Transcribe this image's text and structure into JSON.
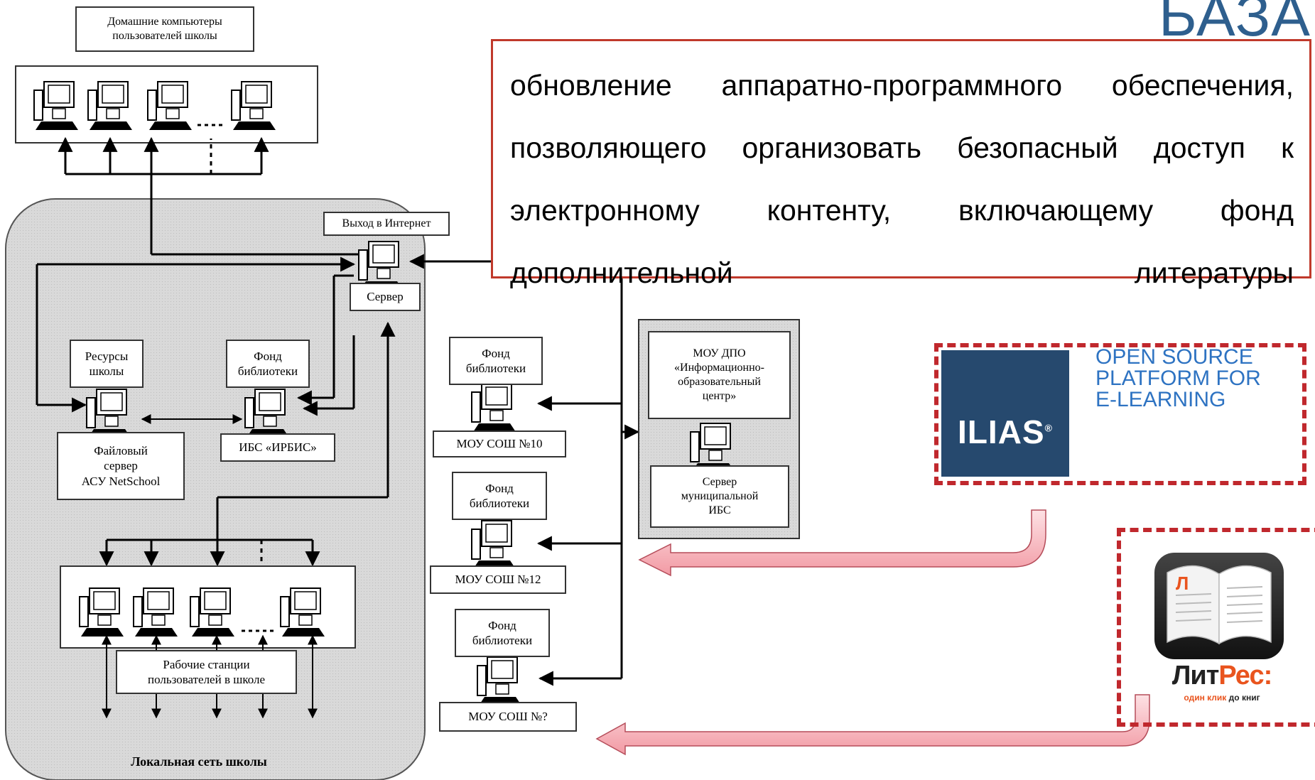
{
  "header": {
    "title": "БАЗА"
  },
  "callout": {
    "text": "обновление аппаратно-программного обеспечения, позволяющего организовать безопасный доступ к электронному контенту, включающему фонд дополнительной литературы"
  },
  "diagram": {
    "home_box": "Домашние компьютеры\nпользователей школы",
    "internet": "Выход в Интернет",
    "server": "Сервер",
    "school_resources": "Ресурсы\nшколы",
    "library_fund": "Фонд\nбиблиотеки",
    "file_server": "Файловый\nсервер\nАСУ NetSchool",
    "ibs_irbis": "ИБС «ИРБИС»",
    "workstations": "Рабочие станции\nпользователей в школе",
    "lan_label": "Локальная сеть школы",
    "schools": [
      {
        "library": "Фонд\nбиблиотеки",
        "name": "МОУ СОШ №10"
      },
      {
        "library": "Фонд\nбиблиотеки",
        "name": "МОУ СОШ №12"
      },
      {
        "library": "Фонд\nбиблиотеки",
        "name": "МОУ СОШ №?"
      }
    ],
    "center_name": "МОУ ДПО\n«Информационно-\nобразовательный\nцентр»",
    "municipal_server": "Сервер\nмуниципальной\nИБС"
  },
  "logos": {
    "ilias_name": "ILIAS",
    "ilias_registered": "®",
    "ilias_tagline": "OPEN SOURCE\nPLATFORM FOR\nE-LEARNING",
    "litres_letter": "Л",
    "litres_name_a": "Лит",
    "litres_name_b": "Рес:",
    "litres_slogan_a": "один клик",
    "litres_slogan_b": "до книг"
  },
  "colors": {
    "accent_red": "#c0282d",
    "title_blue": "#2e5f8e",
    "ilias_blue": "#26496e",
    "litres_orange": "#e9541e",
    "arrow_pink": "#f4b6bd"
  }
}
